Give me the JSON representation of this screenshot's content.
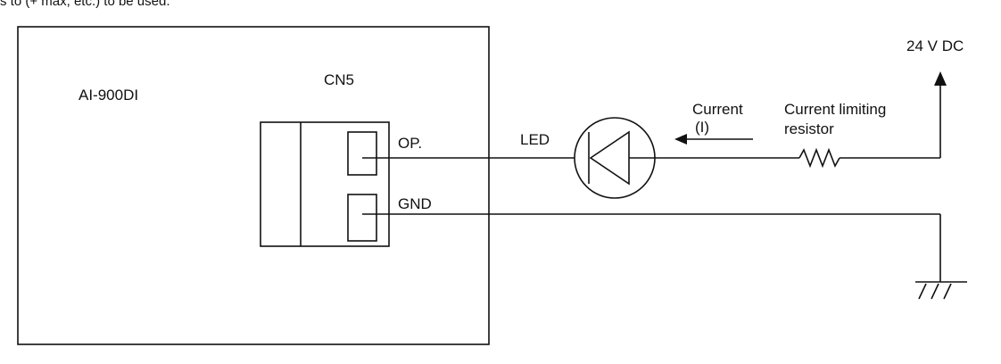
{
  "header_fragment": "s to (+ max, etc.) to be used.",
  "board": {
    "name": "AI-900DI",
    "connector": "CN5"
  },
  "pins": {
    "op": "OP.",
    "gnd": "GND"
  },
  "led": {
    "label": "LED"
  },
  "current": {
    "line1": "Current",
    "line2": "(I)"
  },
  "resistor": {
    "line1": "Current limiting",
    "line2": "resistor"
  },
  "supply": {
    "label": "24 V DC"
  }
}
